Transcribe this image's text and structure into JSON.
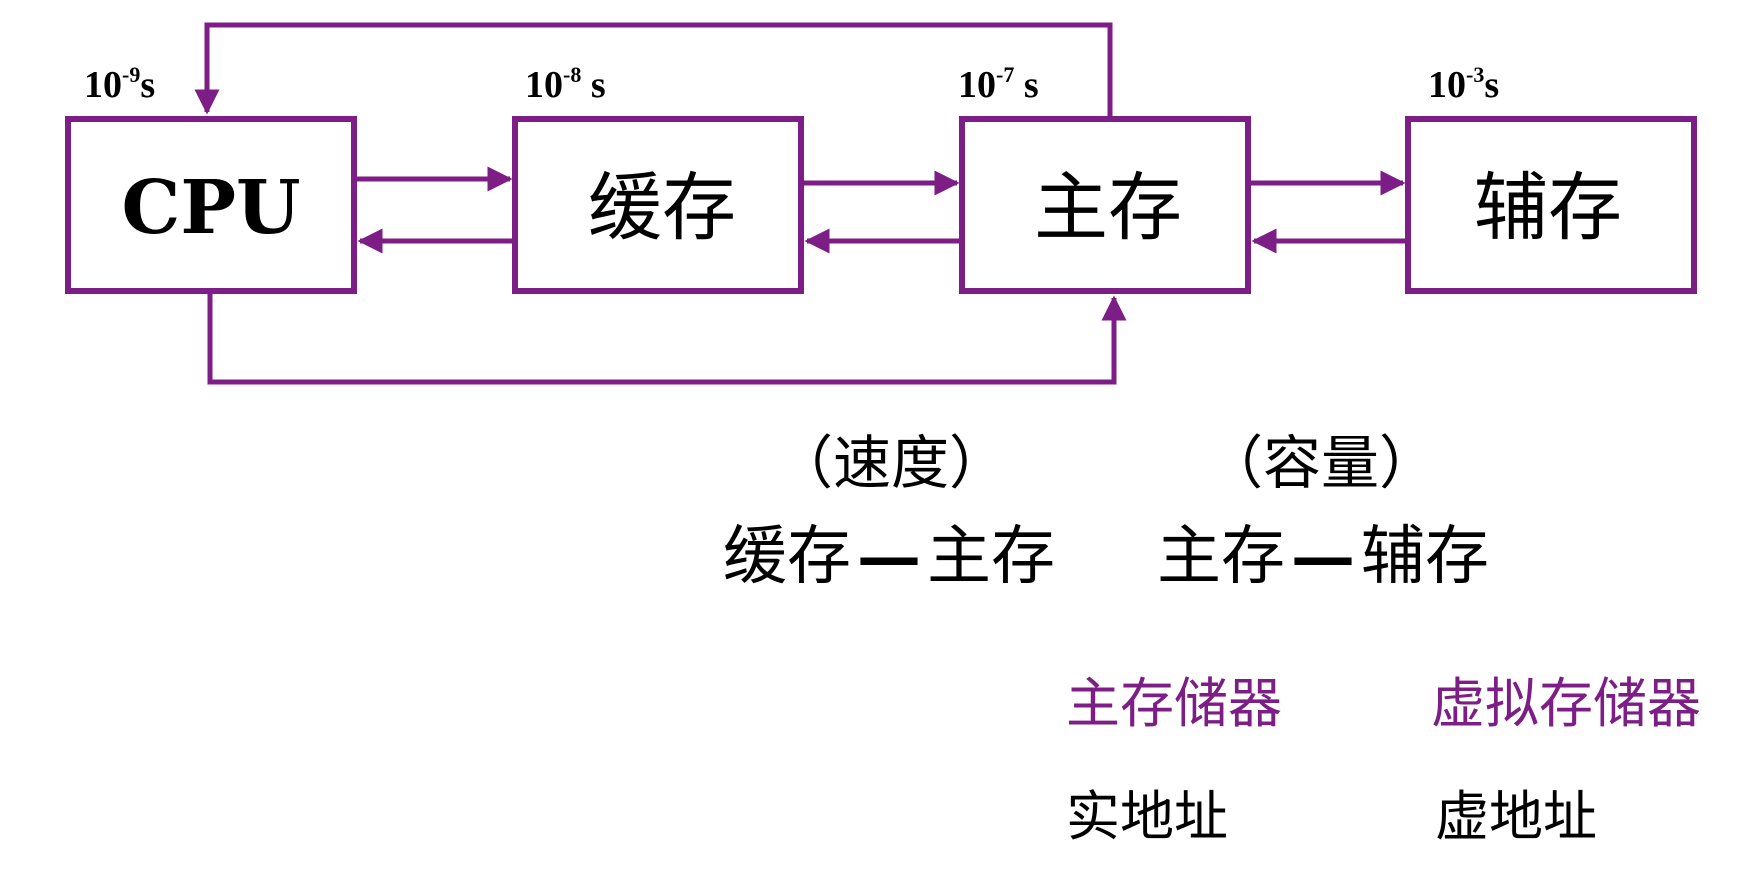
{
  "colors": {
    "line": "#7d1e86",
    "accent_text": "#7d1e86",
    "text": "#000000"
  },
  "boxes": {
    "cpu": "CPU",
    "cache": "缓存",
    "main": "主存",
    "aux": "辅存"
  },
  "times": {
    "cpu": {
      "base": "10",
      "exp": "-9",
      "unit": "s"
    },
    "cache": {
      "base": "10",
      "exp": "-8",
      "unit": " s"
    },
    "main": {
      "base": "10",
      "exp": "-7",
      "unit": " s"
    },
    "aux": {
      "base": "10",
      "exp": "-3",
      "unit": "s"
    }
  },
  "captions": {
    "speed": "（速度）",
    "capacity": "（容量）"
  },
  "pairs": {
    "left_a": "缓存",
    "left_b": "主存",
    "right_a": "主存",
    "right_b": "辅存",
    "dash": "—"
  },
  "storage": {
    "main": "主存储器",
    "virtual": "虚拟存储器"
  },
  "addresses": {
    "real": "实地址",
    "virtual": "虚地址"
  }
}
